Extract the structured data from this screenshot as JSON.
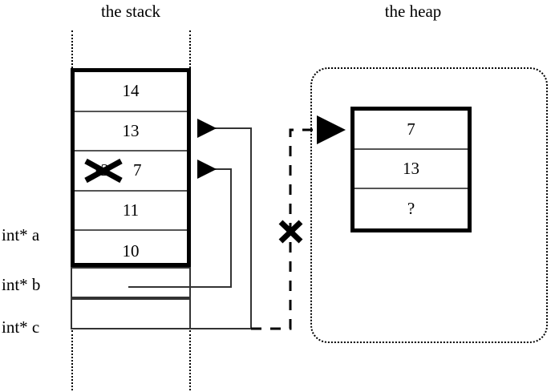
{
  "titles": {
    "stack": "the stack",
    "heap": "the heap"
  },
  "stack": {
    "cells": [
      {
        "value": "14",
        "struck": ""
      },
      {
        "value": "13",
        "struck": ""
      },
      {
        "value": "7",
        "struck": "12"
      },
      {
        "value": "11",
        "struck": ""
      },
      {
        "value": "10",
        "struck": ""
      }
    ],
    "slots": [
      {
        "label": "int* b"
      },
      {
        "label": "int* c"
      }
    ],
    "labels": [
      {
        "name": "int* a"
      },
      {
        "name": "int* b"
      },
      {
        "name": "int* c"
      }
    ]
  },
  "heap": {
    "cells": [
      "7",
      "13",
      "?"
    ]
  },
  "annotations": {
    "invalidated_pointer_mark": "X",
    "overwrite_mark": "X"
  },
  "colors": {
    "ink": "#000000",
    "rule": "#555555",
    "background": "#ffffff"
  }
}
